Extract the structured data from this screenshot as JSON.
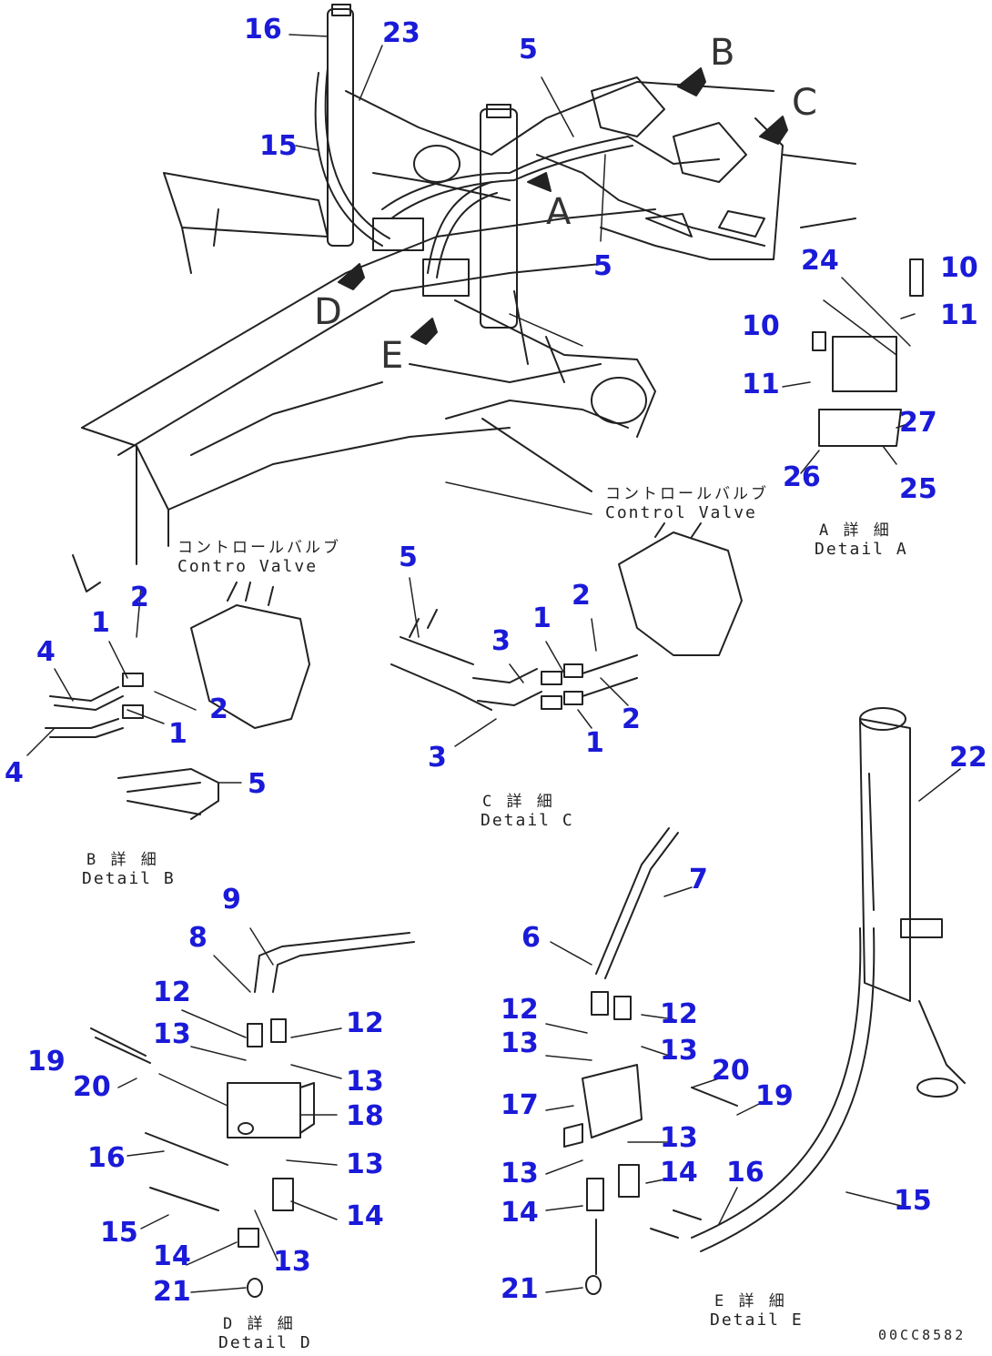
{
  "drawing": {
    "view_letters": [
      "A",
      "B",
      "C",
      "D",
      "E"
    ],
    "control_valve_jp": "コントロールバルブ",
    "control_valve_en_b": "Contro Valve",
    "control_valve_en_c": "Control Valve",
    "detail_a_jp": "A 詳 細",
    "detail_a_en": "Detail A",
    "detail_b_jp": "B 詳 細",
    "detail_b_en": "Detail B",
    "detail_c_jp": "C 詳 細",
    "detail_c_en": "Detail C",
    "detail_d_jp": "D 詳 細",
    "detail_d_en": "Detail D",
    "detail_e_jp": "E 詳 細",
    "detail_e_en": "Detail E",
    "drawing_code": "00CC8582"
  },
  "callouts": [
    "16",
    "23",
    "5",
    "15",
    "5",
    "10",
    "11",
    "24",
    "10",
    "11",
    "27",
    "26",
    "25",
    "2",
    "1",
    "4",
    "2",
    "1",
    "4",
    "5",
    "5",
    "3",
    "1",
    "2",
    "2",
    "3",
    "1",
    "22",
    "9",
    "8",
    "12",
    "13",
    "12",
    "19",
    "20",
    "13",
    "18",
    "16",
    "13",
    "15",
    "14",
    "14",
    "13",
    "21",
    "7",
    "6",
    "12",
    "12",
    "13",
    "13",
    "20",
    "17",
    "19",
    "13",
    "13",
    "14",
    "16",
    "14",
    "15",
    "21"
  ],
  "colors": {
    "callout": "#1a1ad8",
    "line": "#222222"
  }
}
